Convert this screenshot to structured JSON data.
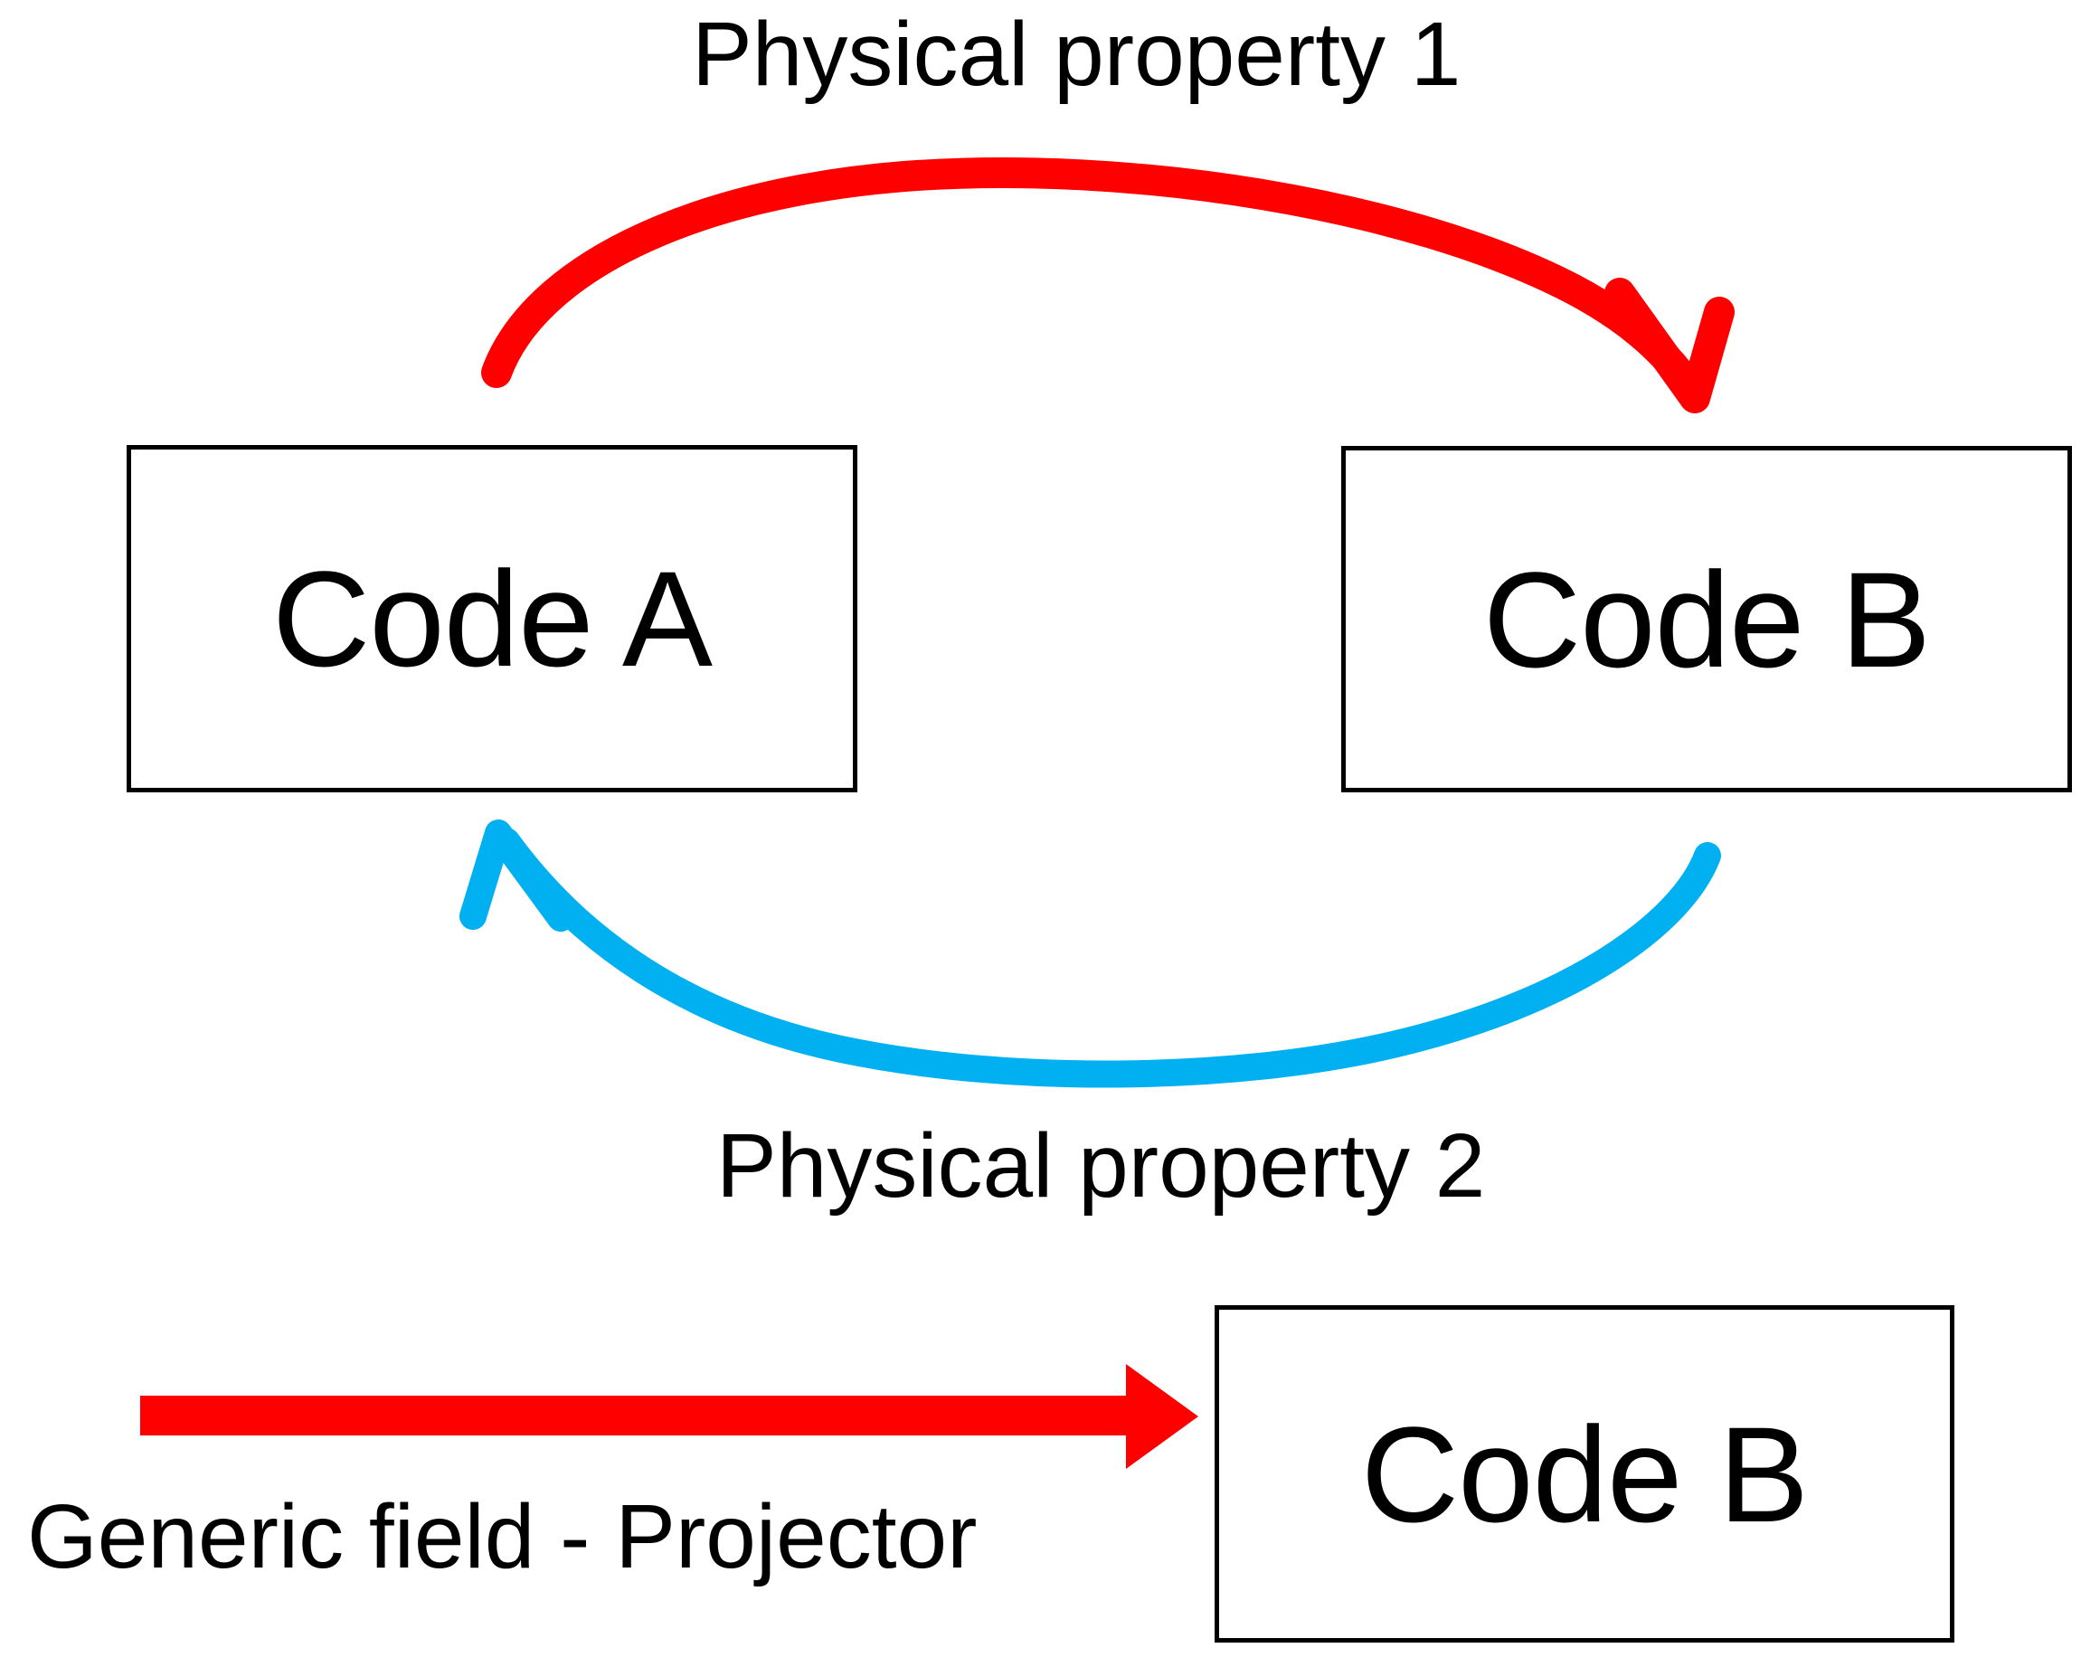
{
  "diagram": {
    "title_text_top": "Physical property 1",
    "title_text_bottom": "Physical property 2",
    "background_color": "#ffffff",
    "nodes": [
      {
        "id": "code-a",
        "label": "Code A"
      },
      {
        "id": "code-b-top",
        "label": "Code B"
      },
      {
        "id": "code-b-bottom",
        "label": "Code B"
      }
    ],
    "edges": [
      {
        "id": "edge-physical-property-1",
        "label": "Physical property 1",
        "color": "#ff0000",
        "from": "Code A",
        "to": "Code B",
        "style": "curved-arc-above",
        "direction": "left-to-right"
      },
      {
        "id": "edge-physical-property-2",
        "label": "Physical property 2",
        "color": "#00b0f0",
        "from": "Code B",
        "to": "Code A",
        "style": "curved-arc-below",
        "direction": "right-to-left"
      },
      {
        "id": "edge-generic-field-projector",
        "label": "Generic field - Projector",
        "color": "#ff0000",
        "from": "Generic field - Projector",
        "to": "Code B",
        "style": "straight",
        "direction": "left-to-right"
      }
    ],
    "colors": {
      "red": "#ff0000",
      "blue": "#00b0f0",
      "outline": "#000000",
      "text": "#000000"
    }
  }
}
